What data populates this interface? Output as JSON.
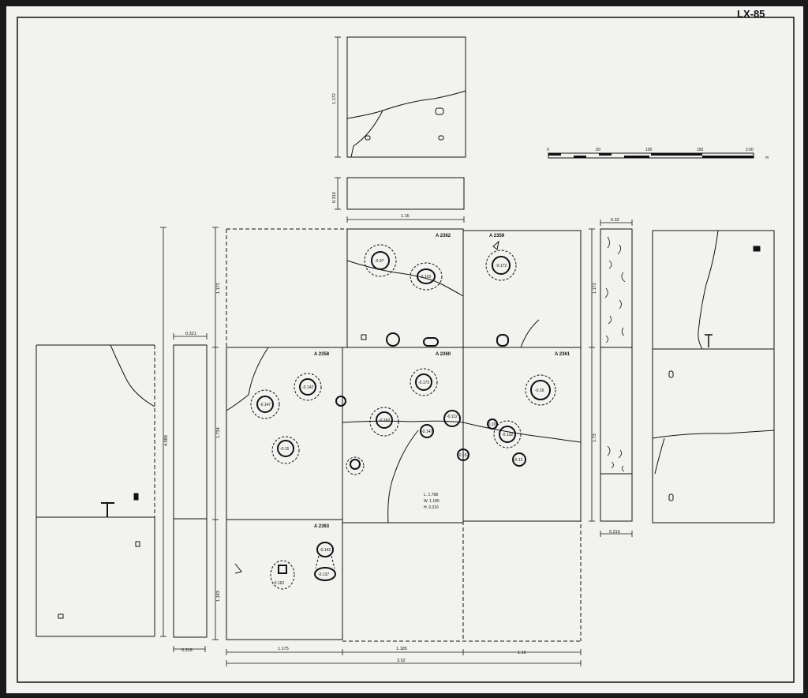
{
  "sheet_id": "LX-85",
  "scale_bar": {
    "ticks": [
      "0",
      ".50",
      "100",
      "150",
      "2.00"
    ],
    "unit": "m"
  },
  "squares": {
    "a2362": "A 2362",
    "a2359": "A 2359",
    "a2358": "A 2358",
    "a2360": "A 2360",
    "a2361": "A 2361",
    "a2363": "A 2363"
  },
  "dimensions": {
    "top_height": "1.172",
    "strip_height": "0.316",
    "top_width": "1.16",
    "left_total": "4.088",
    "left_strip_width": "0.321",
    "left_mid_height": "1.734",
    "col_upper": "1.172",
    "col_lower": "1.183",
    "bottom_strip": "0.316",
    "bottom_1": "1.175",
    "bottom_2": "1.185",
    "bottom_3": "1.16",
    "bottom_total": "3.52",
    "right_strip_width": "0.32",
    "right_upper": "1.172",
    "right_mid": "1.73",
    "right_strip_bottom": "0.316"
  },
  "feature_block": [
    "L. 1.768",
    "W. 1.185",
    "H. 0.316"
  ],
  "depths": {
    "d1": "-0.97",
    "d2": "-0.103",
    "d3": "-0.172",
    "d4": "-0.142",
    "d5": "-0.147",
    "d6": "-0.15",
    "d7": "-0.172",
    "d8": "-0.192",
    "d9": "-0.147",
    "d10": "-0.112",
    "d11": "-0.16",
    "d12": "-0.132",
    "d13": "-0.102",
    "d14": "-0.152",
    "d15": "-0.12",
    "d16": "-0.142",
    "d17": "-0.137",
    "d18": "-0.162"
  },
  "colors": {
    "ink": "#111111",
    "paper": "#f2f2f0",
    "frame": "#1a1a1a"
  }
}
